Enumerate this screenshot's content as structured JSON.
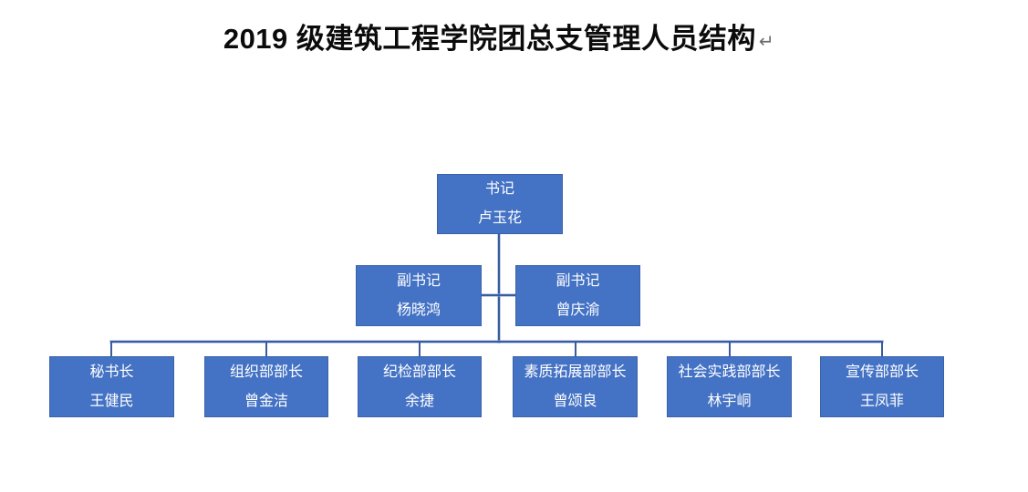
{
  "page": {
    "title": "2019 级建筑工程学院团总支管理人员结构",
    "paragraph_mark": "↵"
  },
  "colors": {
    "box_fill": "#4472C4",
    "box_border": "#3B62A9",
    "box_text": "#FFFFFF",
    "connector": "#3A5C9C",
    "title_text": "#0B0B0B",
    "background": "#FFFFFF"
  },
  "org_chart": {
    "root": {
      "title": "书记",
      "name": "卢玉花"
    },
    "deputies": [
      {
        "title": "副书记",
        "name": "杨晓鸿"
      },
      {
        "title": "副书记",
        "name": "曾庆渝"
      }
    ],
    "departments": [
      {
        "title": "秘书长",
        "name": "王健民"
      },
      {
        "title": "组织部部长",
        "name": "曾金洁"
      },
      {
        "title": "纪检部部长",
        "name": "余捷"
      },
      {
        "title": "素质拓展部部长",
        "name": "曾颂良"
      },
      {
        "title": "社会实践部部长",
        "name": "林宇峒"
      },
      {
        "title": "宣传部部长",
        "name": "王凤菲"
      }
    ]
  }
}
